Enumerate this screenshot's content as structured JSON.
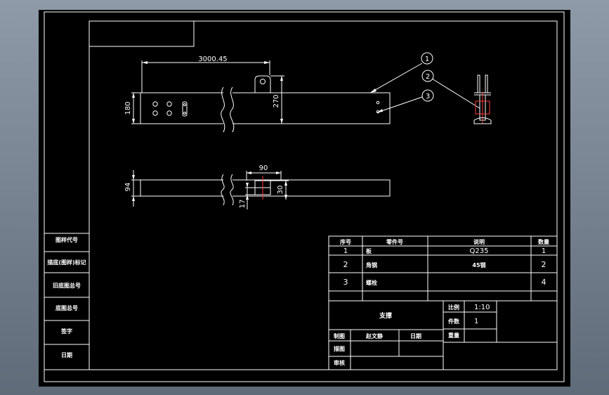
{
  "drawing": {
    "dimensions": {
      "length": "3000.45",
      "height_left": "180",
      "height_right": "270",
      "bottom_height": "94",
      "bottom_width": "90",
      "bottom_right": "30",
      "bottom_offset": "17"
    },
    "balloons": [
      "1",
      "2",
      "3"
    ]
  },
  "side_labels": [
    "图样代号",
    "描底(图样)标记",
    "旧底图总号",
    "底图总号",
    "签字",
    "日期"
  ],
  "bom": {
    "headers": [
      "序号",
      "零件号",
      "说明",
      "数量"
    ],
    "rows": [
      {
        "no": "1",
        "part": "板",
        "desc": "Q235",
        "qty": "1"
      },
      {
        "no": "2",
        "part": "角钢",
        "desc": "45钢",
        "qty": "2"
      },
      {
        "no": "3",
        "part": "螺栓",
        "desc": "",
        "qty": "4"
      }
    ]
  },
  "title_block": {
    "name": "支撑",
    "scale_label": "比例",
    "scale_value": "1:10",
    "qty_label": "件数",
    "qty_value": "1",
    "weight_label": "重量",
    "draw_label": "制图",
    "drafter": "赵文静",
    "date_label": "日期",
    "trace_label": "描图",
    "check_label": "审核"
  }
}
